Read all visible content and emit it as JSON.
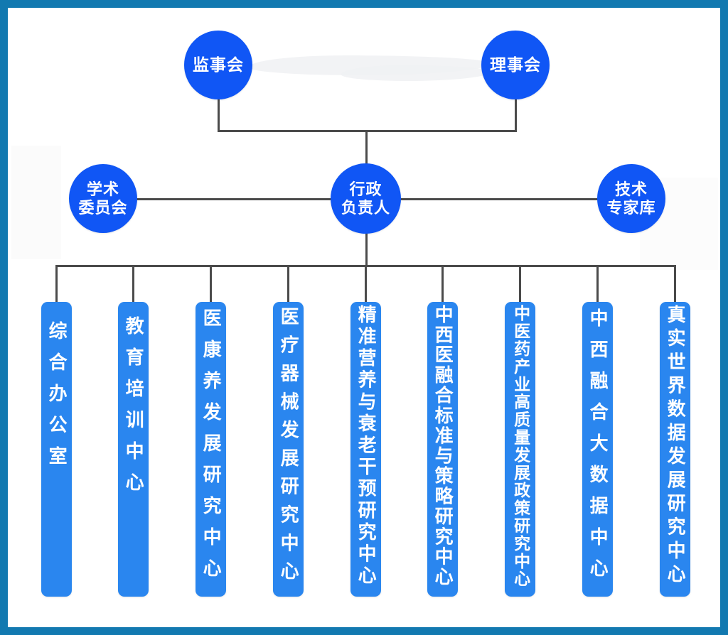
{
  "meta": {
    "title": "组织架构图",
    "frame_color": "#1279b0",
    "node_color": "#1056f5",
    "bar_color": "#2a86ef",
    "line_color": "#4b4b4b"
  },
  "level1": {
    "nodes": [
      {
        "id": "supervisory-board",
        "label_lines": [
          "监事会"
        ],
        "text": "监事会"
      },
      {
        "id": "council-board",
        "label_lines": [
          "理事会"
        ],
        "text": "理事会"
      }
    ]
  },
  "level2": {
    "nodes": [
      {
        "id": "academic-committee",
        "label_lines": [
          "学术",
          "委员会"
        ],
        "text": "学术委员会"
      },
      {
        "id": "administrative-head",
        "label_lines": [
          "行政",
          "负责人"
        ],
        "text": "行政负责人"
      },
      {
        "id": "technical-expert-pool",
        "label_lines": [
          "技术",
          "专家库"
        ],
        "text": "技术专家库"
      }
    ]
  },
  "level3": {
    "departments": [
      {
        "id": "general-office",
        "text": "综合办公室",
        "chars": 5
      },
      {
        "id": "education-training-center",
        "text": "教育培训中心",
        "chars": 6
      },
      {
        "id": "medical-health-elderly-care-development-research-center",
        "text": "医康养发展研究中心",
        "chars": 9
      },
      {
        "id": "medical-device-development-research-center",
        "text": "医疗器械发展研究中心",
        "chars": 10
      },
      {
        "id": "precision-nutrition-aging-intervention-research-center",
        "text": "精准营养与衰老干预研究中心",
        "chars": 13
      },
      {
        "id": "integrated-medicine-standards-strategy-research-center",
        "text": "中西医融合标准与策略研究中心",
        "chars": 14
      },
      {
        "id": "tcm-industry-high-quality-development-policy-research-center",
        "text": "中医药产业高质量发展政策研究中心",
        "chars": 16
      },
      {
        "id": "integrated-medicine-big-data-center",
        "text": "中西融合大数据中心",
        "chars": 9
      },
      {
        "id": "real-world-data-development-research-center",
        "text": "真实世界数据发展研究中心",
        "chars": 12
      }
    ]
  }
}
